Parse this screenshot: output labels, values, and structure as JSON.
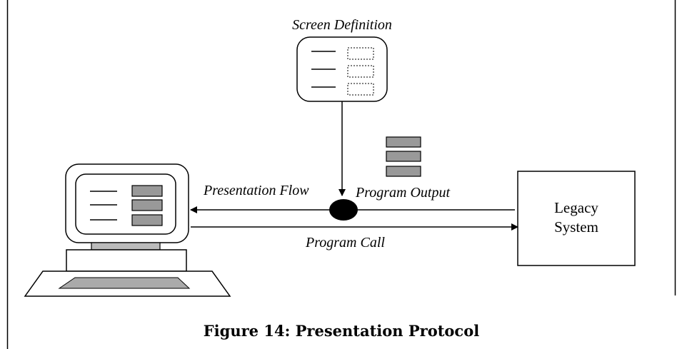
{
  "diagram": {
    "screen_definition_label": "Screen Definition",
    "presentation_flow_label": "Presentation Flow",
    "program_output_label": "Program Output",
    "program_call_label": "Program Call",
    "legacy_system_label_line1": "Legacy",
    "legacy_system_label_line2": "System",
    "caption": "Figure 14: Presentation Protocol"
  }
}
